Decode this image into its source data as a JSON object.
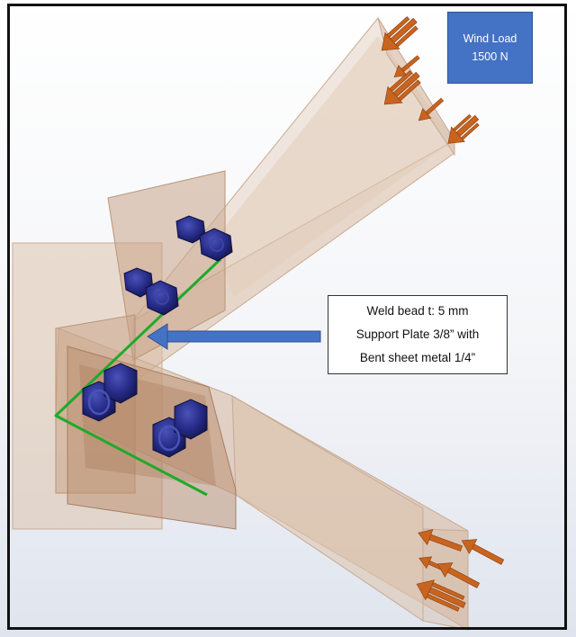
{
  "wind_label": {
    "line1": "Wind Load",
    "line2": "1500 N"
  },
  "annotation": {
    "line1": "Weld bead t: 5 mm",
    "line2": "Support Plate 3/8” with",
    "line3": "Bent sheet metal 1/4”"
  },
  "colors": {
    "background_top": "#ffffff",
    "background_bottom": "#dfe4ee",
    "beam_fill": "#d7b89e",
    "bolt": "#1f2270",
    "weld_line": "#1faa2a",
    "load_arrow": "#c8641f",
    "callout_arrow": "#4472c4",
    "wind_box": "#4472c4"
  },
  "icons": {
    "load": "load-arrow-icon",
    "bolt": "hex-bolt-icon"
  }
}
